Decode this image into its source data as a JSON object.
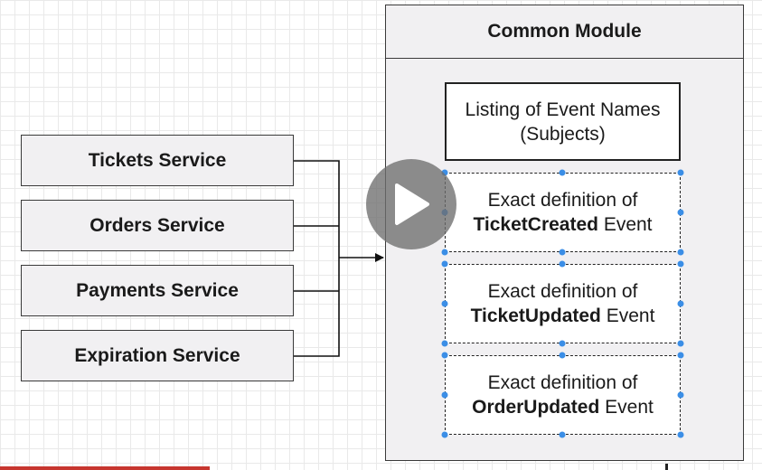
{
  "services": [
    {
      "label": "Tickets Service"
    },
    {
      "label": "Orders Service"
    },
    {
      "label": "Payments Service"
    },
    {
      "label": "Expiration Service"
    }
  ],
  "module": {
    "title": "Common Module",
    "cards": [
      {
        "line1": "Listing of Event Names",
        "line2": "(Subjects)"
      },
      {
        "line1": "Exact definition of",
        "bold": "TicketCreated",
        "suffix": " Event"
      },
      {
        "line1": "Exact definition of",
        "bold": "TicketUpdated",
        "suffix": " Event"
      },
      {
        "line1": "Exact definition of",
        "bold": "OrderUpdated",
        "suffix": " Event"
      }
    ]
  },
  "colors": {
    "box_fill": "#f1f0f2",
    "stroke": "#3a3a3a",
    "handle": "#3b8ee6",
    "play_overlay": "#6e6e6e",
    "progress": "#c7362f"
  },
  "icons": {
    "play": "play-icon"
  }
}
